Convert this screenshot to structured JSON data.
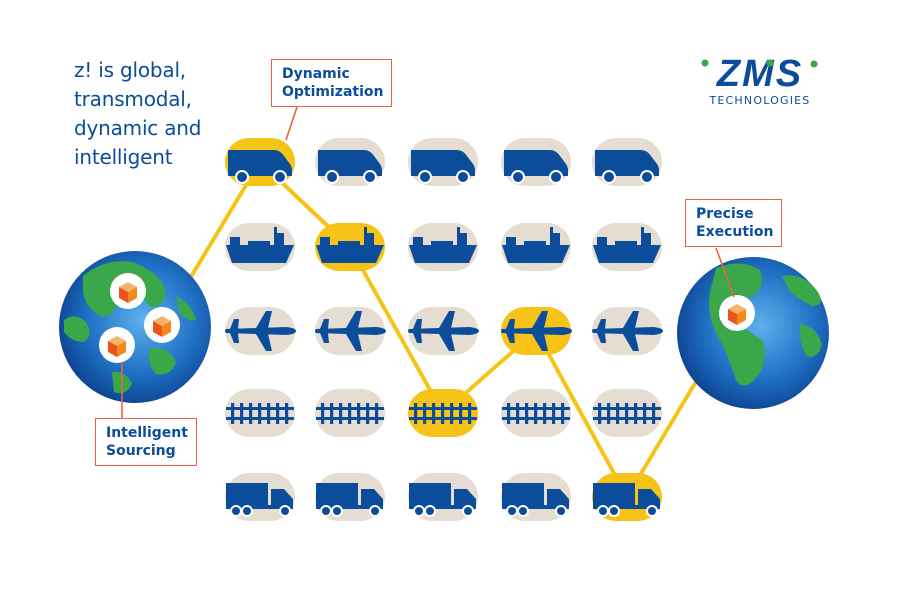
{
  "headline": {
    "lines": [
      "z! is global,",
      "transmodal,",
      "dynamic and",
      "intelligent"
    ]
  },
  "logo": {
    "wordmark": "ZMS",
    "tagline": "TECHNOLOGIES"
  },
  "callouts": {
    "dynamic_optimization": [
      "Dynamic",
      "Optimization"
    ],
    "precise_execution": [
      "Precise",
      "Execution"
    ],
    "intelligent_sourcing": [
      "Intelligent",
      "Sourcing"
    ]
  },
  "grid": {
    "rows": [
      "van",
      "ship",
      "plane",
      "rail",
      "truck"
    ],
    "columns": 5,
    "selected_path": [
      {
        "row": "van",
        "column": 1
      },
      {
        "row": "ship",
        "column": 2
      },
      {
        "row": "rail",
        "column": 3
      },
      {
        "row": "plane",
        "column": 4
      },
      {
        "row": "truck",
        "column": 5
      }
    ]
  },
  "colors": {
    "brand_blue": "#0b4d9a",
    "highlight_yellow": "#f6c416",
    "route_yellow": "#f6c416",
    "pill_beige": "#e5ddd1",
    "callout_border": "#e8643c",
    "box_orange": "#f08a1c",
    "land_green": "#3aa84a",
    "ocean_blue": "#1c66b8"
  },
  "icons": {
    "van": "delivery-van-icon",
    "ship": "cargo-ship-icon",
    "plane": "airplane-icon",
    "rail": "railway-track-icon",
    "truck": "semi-truck-icon",
    "globe": "globe-icon",
    "box": "package-box-icon"
  }
}
